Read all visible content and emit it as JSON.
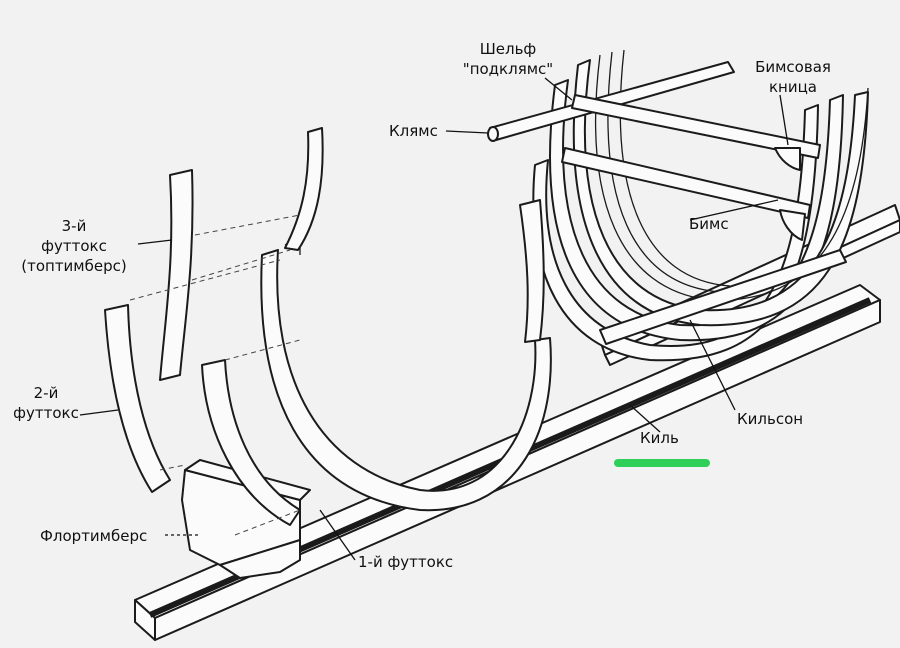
{
  "labels": {
    "shelf_line1": "Шельф",
    "shelf_line2": "\"подклямс\"",
    "clamp": "Клямс",
    "beam_knee_line1": "Бимсовая",
    "beam_knee_line2": "кница",
    "beam": "Бимс",
    "futtock3_line1": "3-й",
    "futtock3_line2": "футтокс",
    "futtock3_line3": "(топтимберс)",
    "futtock2_line1": "2-й",
    "futtock2_line2": "футтокс",
    "keelson": "Кильсон",
    "keel": "Киль",
    "floor_timbers": "Флортимберс",
    "futtock1": "1-й футтокс"
  },
  "colors": {
    "background": "#f2f2f2",
    "line": "#1b1b1b",
    "keel_groove": "#1a1a1a",
    "highlight": "#2fd05a"
  }
}
